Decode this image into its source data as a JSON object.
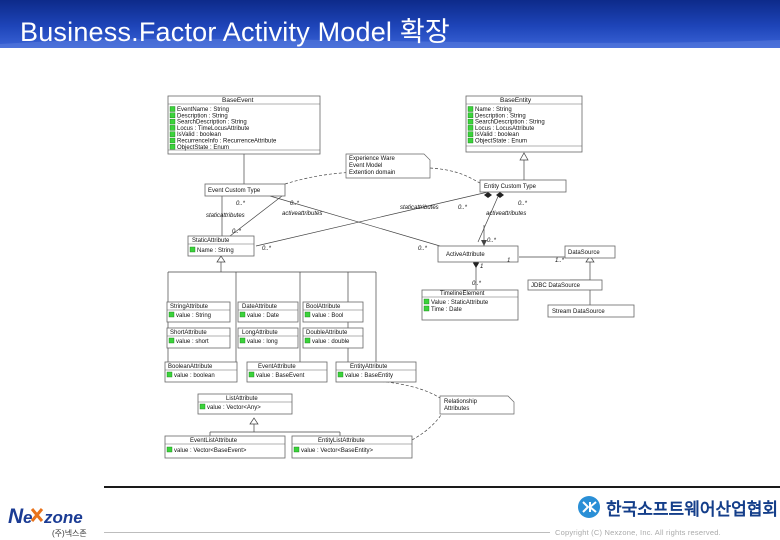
{
  "header": {
    "title": "Business.Factor Activity Model 확장"
  },
  "classes": {
    "base_event": {
      "name": "BaseEvent",
      "attrs": [
        "EventName : String",
        "Description : String",
        "SearchDescription : String",
        "Locus : TimeLocusAttribute",
        "IsValid : boolean",
        "RecurrenceInfo : RecurrenceAttribute",
        "ObjectState : Enum"
      ]
    },
    "base_entity": {
      "name": "BaseEntity",
      "attrs": [
        "Name : String",
        "Description : String",
        "SearchDescription : String",
        "Locus : LocusAttribute",
        "IsValid : boolean",
        "ObjectState : Enum"
      ]
    },
    "note_experience": {
      "lines": [
        "Experience Ware",
        "Event Model",
        "Extention domain"
      ]
    },
    "event_custom_type": {
      "name": "Event Custom Type"
    },
    "entity_custom_type": {
      "name": "Entity Custom Type"
    },
    "static_attribute": {
      "name": "StaticAttribute",
      "attrs": [
        "Name : String"
      ]
    },
    "active_attribute": {
      "name": "ActiveAttribute"
    },
    "data_source": {
      "name": "DataSource"
    },
    "jdbc_data_source": {
      "name": "JDBC DataSource"
    },
    "stream_data_source": {
      "name": "Stream DataSource"
    },
    "timeline_element": {
      "name": "TimelineElement",
      "attrs": [
        "Value : StaticAttribute",
        "Time : Date"
      ]
    },
    "string_attribute": {
      "name": "StringAttribute",
      "attrs": [
        "value : String"
      ]
    },
    "date_attribute": {
      "name": "DateAttribute",
      "attrs": [
        "value : Date"
      ]
    },
    "bool_attribute": {
      "name": "BoolAttribute",
      "attrs": [
        "value : Bool"
      ]
    },
    "short_attribute": {
      "name": "ShortAttribute",
      "attrs": [
        "value : short"
      ]
    },
    "long_attribute": {
      "name": "LongAttribute",
      "attrs": [
        "value : long"
      ]
    },
    "double_attribute": {
      "name": "DoubleAttribute",
      "attrs": [
        "value : double"
      ]
    },
    "boolean_attribute": {
      "name": "BooleanAttribute",
      "attrs": [
        "value : boolean"
      ]
    },
    "event_attribute": {
      "name": "EventAttribute",
      "attrs": [
        "value : BaseEvent"
      ]
    },
    "entity_attribute": {
      "name": "EntityAttribute",
      "attrs": [
        "value : BaseEntity"
      ]
    },
    "list_attribute": {
      "name": "ListAttribute",
      "attrs": [
        "value : Vector<Any>"
      ]
    },
    "event_list_attribute": {
      "name": "EventListAttribute",
      "attrs": [
        "value : Vector<BaseEvent>"
      ]
    },
    "entity_list_attribute": {
      "name": "EntityListAttribute",
      "attrs": [
        "value : Vector<BaseEntity>"
      ]
    },
    "relationship_attributes": {
      "lines": [
        "Relationship",
        "Attributes"
      ]
    }
  },
  "labels": {
    "static_attributes_left": "staticattributes",
    "active_attributes_left": "activeattributes",
    "static_attributes_right": "staticattributes",
    "active_attributes_right": "activeattributes",
    "mult_0n": "0..*",
    "mult_1": "1",
    "mult_1n": "1..*"
  },
  "footer": {
    "logo_text": "Nexzone",
    "logo_sub": "(주)넥스존",
    "kassa": "한국소프트웨어산업협회",
    "copyright": "Copyright (C) Nexzone, Inc. All rights reserved."
  },
  "colors": {
    "header_blue": "#1e45b9",
    "attr_icon": "#3bd33b"
  }
}
